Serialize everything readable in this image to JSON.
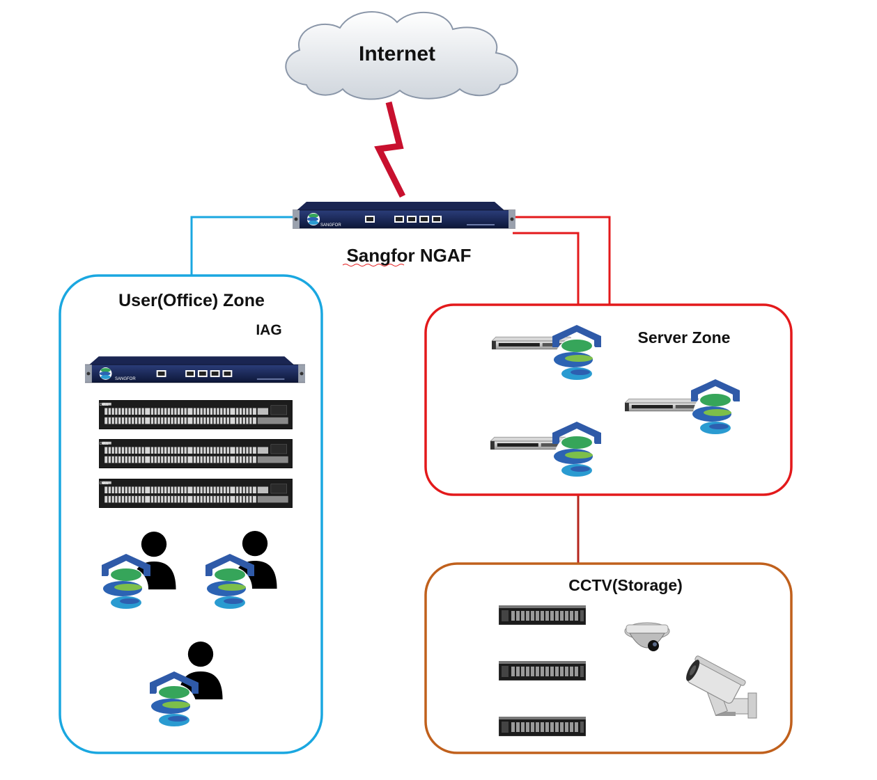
{
  "internet": {
    "label": "Internet",
    "icon": "cloud-icon"
  },
  "wan_link": {
    "icon": "lightning-link-icon",
    "color": "#c8102e"
  },
  "firewall": {
    "label": "Sangfor NGAF",
    "icon": "firewall-appliance-icon",
    "brand": "SANGFOR",
    "brand_color": "#1f3a8a"
  },
  "user_zone": {
    "title": "User(Office) Zone",
    "border_color": "#1aa7e0",
    "iag": {
      "label": "IAG",
      "brand": "SANGFOR"
    },
    "switches": [
      {
        "icon": "network-switch-icon",
        "brand": "DELL"
      },
      {
        "icon": "network-switch-icon",
        "brand": "DELL"
      },
      {
        "icon": "network-switch-icon",
        "brand": "DELL"
      }
    ],
    "users": [
      {
        "icon": "protected-user-icon"
      },
      {
        "icon": "protected-user-icon"
      },
      {
        "icon": "protected-user-icon"
      }
    ]
  },
  "server_zone": {
    "title": "Server Zone",
    "border_color": "#e3191b",
    "servers": [
      {
        "icon": "protected-server-icon"
      },
      {
        "icon": "protected-server-icon"
      },
      {
        "icon": "protected-server-icon"
      }
    ]
  },
  "cctv_zone": {
    "title": "CCTV(Storage)",
    "border_color": "#c0601c",
    "storage": [
      {
        "icon": "storage-server-icon"
      },
      {
        "icon": "storage-server-icon"
      },
      {
        "icon": "storage-server-icon"
      }
    ],
    "cameras": [
      {
        "icon": "dome-camera-icon"
      },
      {
        "icon": "bullet-camera-icon"
      }
    ]
  },
  "links": {
    "user_link_color": "#1aa7e0",
    "server_link_color": "#e3191b",
    "cctv_link_color": "#b5251c"
  }
}
